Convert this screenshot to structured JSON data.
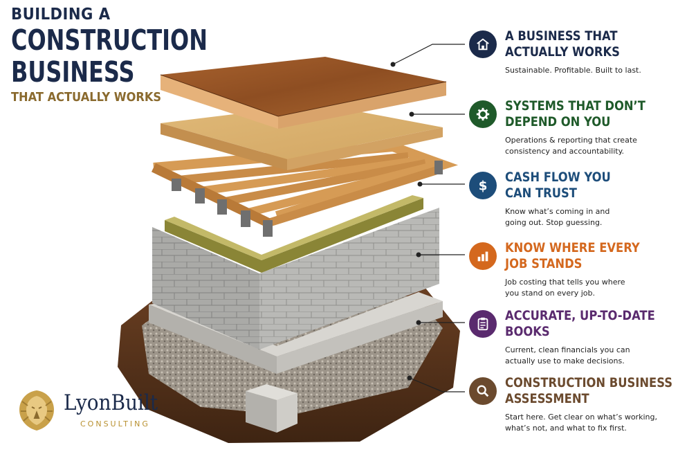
{
  "title": {
    "line1": "BUILDING A",
    "line2": "CONSTRUCTION",
    "line3": "BUSINESS",
    "line4": "THAT ACTUALLY WORKS"
  },
  "items": [
    {
      "heading_lines": [
        "A BUSINESS THAT",
        "ACTUALLY WORKS"
      ],
      "desc_lines": [
        "Sustainable. Profitable. Built to last."
      ],
      "color": "#1b2a4a",
      "icon": "house-icon"
    },
    {
      "heading_lines": [
        "SYSTEMS THAT DON’T",
        "DEPEND ON YOU"
      ],
      "desc_lines": [
        "Operations & reporting that create",
        "consistency and accountability."
      ],
      "color": "#1f5a2a",
      "icon": "gear-icon"
    },
    {
      "heading_lines": [
        "CASH FLOW YOU",
        "CAN TRUST"
      ],
      "desc_lines": [
        "Know what’s coming in and",
        "going out. Stop guessing."
      ],
      "color": "#1d4d7a",
      "icon": "dollar-icon"
    },
    {
      "heading_lines": [
        "KNOW WHERE EVERY",
        "JOB STANDS"
      ],
      "desc_lines": [
        "Job costing that tells you where",
        "you stand on every job."
      ],
      "color": "#d4681e",
      "icon": "bar-chart-icon"
    },
    {
      "heading_lines": [
        "ACCURATE, UP-TO-DATE",
        "BOOKS"
      ],
      "desc_lines": [
        "Current, clean financials you can",
        "actually use to make decisions."
      ],
      "color": "#5a2a6e",
      "icon": "clipboard-icon"
    },
    {
      "heading_lines": [
        "CONSTRUCTION BUSINESS",
        "ASSESSMENT"
      ],
      "desc_lines": [
        "Start here. Get clear on what’s working,",
        "what’s not, and what to fix first."
      ],
      "color": "#6b4a2e",
      "icon": "magnifier-icon"
    }
  ],
  "logo": {
    "brand": "LyonBuilt",
    "sub": "CONSULTING",
    "icon": "lion-head-icon"
  }
}
